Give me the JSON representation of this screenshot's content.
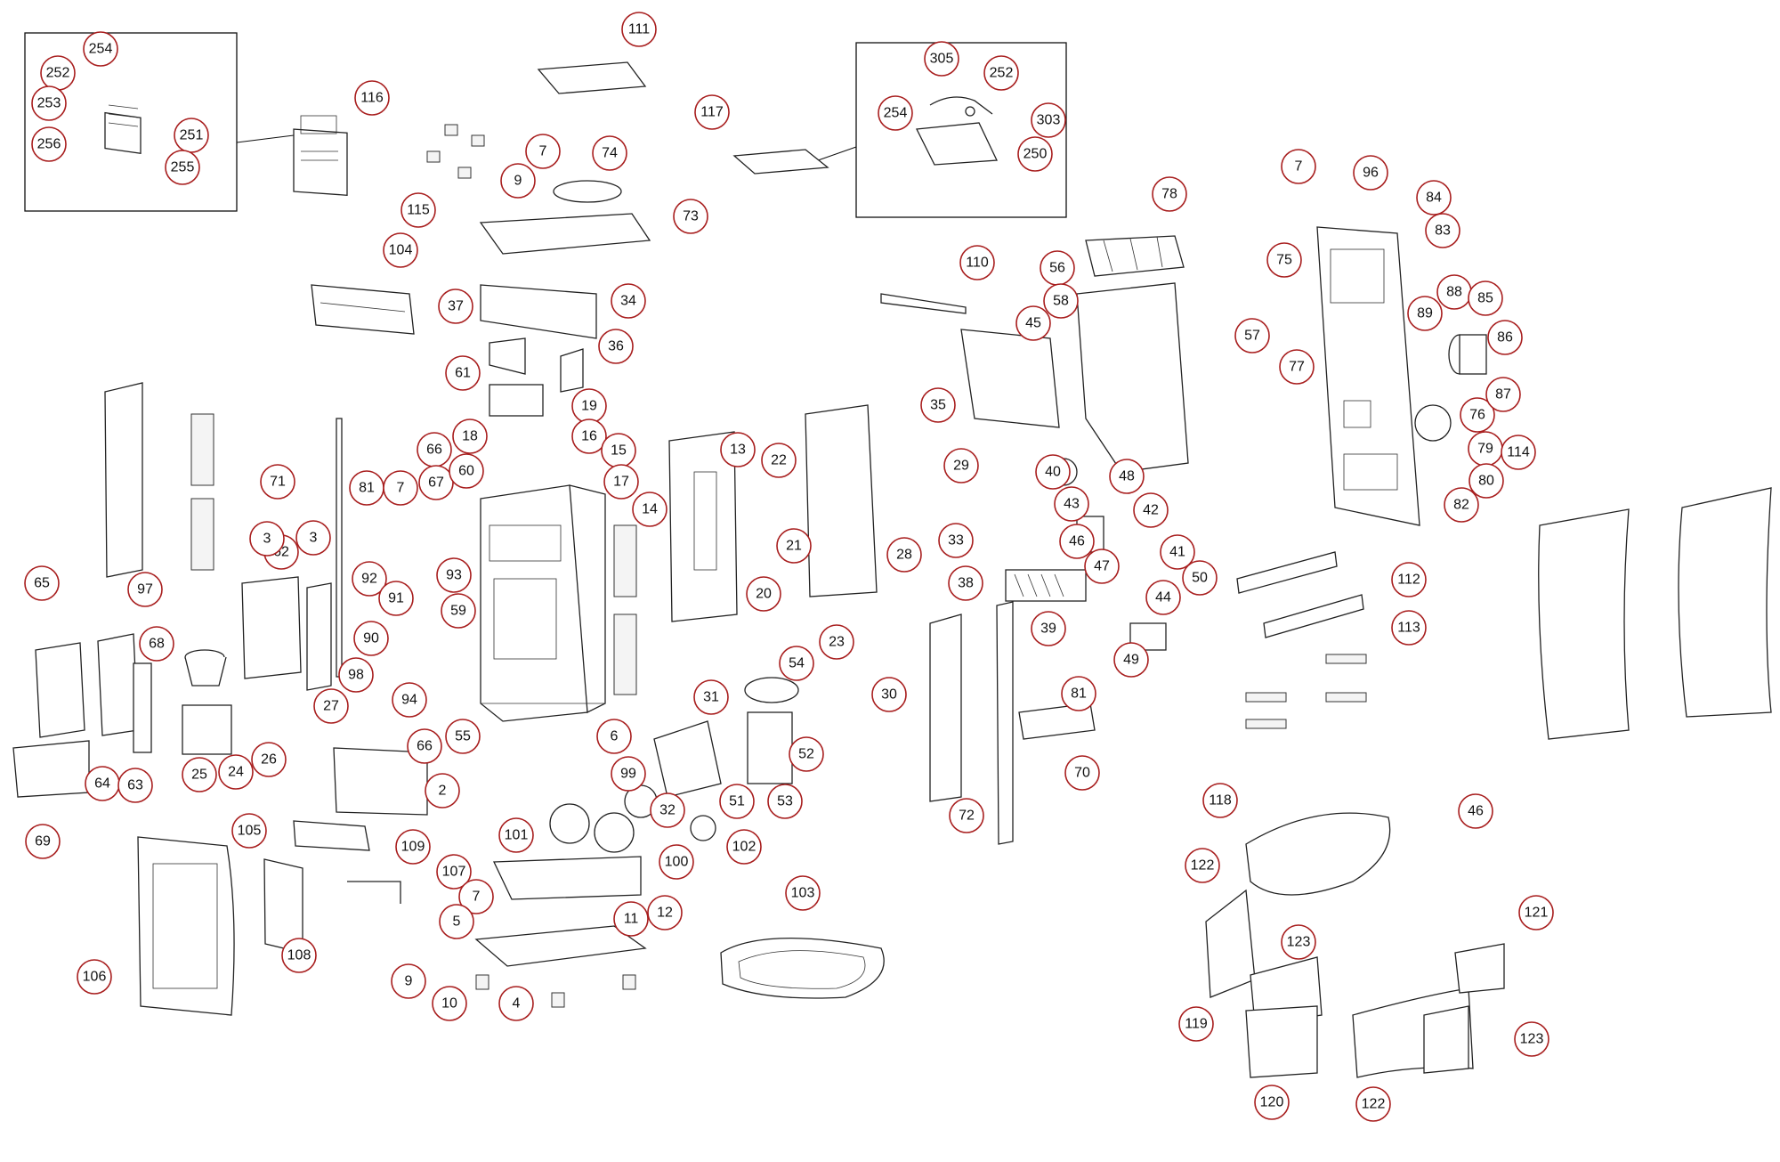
{
  "diagram": {
    "callouts": [
      "254",
      "252",
      "253",
      "251",
      "256",
      "255",
      "116",
      "115",
      "111",
      "7",
      "74",
      "9",
      "73",
      "117",
      "305",
      "252",
      "254",
      "303",
      "250",
      "104",
      "37",
      "34",
      "36",
      "61",
      "19",
      "16",
      "15",
      "17",
      "18",
      "66",
      "67",
      "60",
      "71",
      "81",
      "7",
      "3",
      "62",
      "92",
      "93",
      "91",
      "59",
      "97",
      "90",
      "98",
      "94",
      "27",
      "26",
      "24",
      "25",
      "68",
      "65",
      "64",
      "63",
      "69",
      "66",
      "55",
      "6",
      "2",
      "14",
      "13",
      "3",
      "22",
      "21",
      "20",
      "23",
      "109",
      "105",
      "106",
      "108",
      "107",
      "99",
      "101",
      "100",
      "102",
      "7",
      "5",
      "11",
      "12",
      "9",
      "10",
      "4",
      "103",
      "31",
      "32",
      "54",
      "52",
      "53",
      "51",
      "110",
      "56",
      "58",
      "45",
      "35",
      "29",
      "40",
      "48",
      "43",
      "42",
      "46",
      "47",
      "41",
      "33",
      "38",
      "39",
      "44",
      "50",
      "49",
      "78",
      "57",
      "28",
      "30",
      "81",
      "72",
      "70",
      "7",
      "96",
      "84",
      "83",
      "75",
      "89",
      "88",
      "85",
      "86",
      "77",
      "76",
      "87",
      "79",
      "80",
      "82",
      "112",
      "113",
      "114",
      "118",
      "46",
      "122",
      "123",
      "121",
      "119",
      "120",
      "122",
      "123"
    ]
  }
}
